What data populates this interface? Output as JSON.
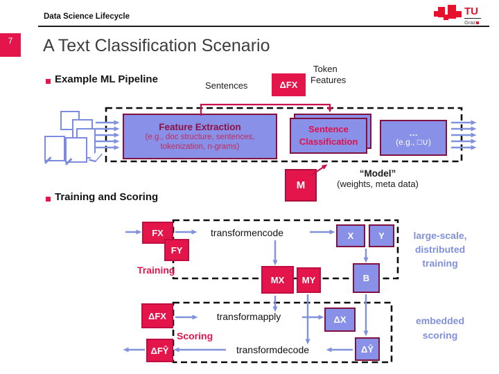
{
  "slide": {
    "page_number": "7",
    "header": "Data Science Lifecycle",
    "title": "A Text Classification Scenario",
    "logo": {
      "tu": "TU",
      "graz": "Graz"
    }
  },
  "colors": {
    "accent_red": "#E4154B",
    "dark_red_border": "#801040",
    "periwinkle_box": "#8890E8",
    "arrow_blue": "#8092DE",
    "connector_red": "#C90D4E"
  },
  "pipeline": {
    "heading": "Example ML Pipeline",
    "sentences_label": "Sentences",
    "delta_fx_label": "ΔFX",
    "token_label_line1": "Token",
    "token_label_line2": "Features",
    "feature_extraction": {
      "title": "Feature Extraction",
      "subtitle_line1": "(e.g., doc structure, sentences,",
      "subtitle_line2": "tokenization, n-grams)"
    },
    "sentence_classification": {
      "line1": "Sentence",
      "line2": "Classification"
    },
    "more_ops": {
      "line1": "…",
      "line2": "(e.g., □∪)"
    },
    "model": {
      "box_label": "M",
      "caption_title": "“Model”",
      "caption_subtitle": "(weights, meta data)"
    }
  },
  "training_scoring": {
    "heading": "Training and Scoring",
    "boxes": {
      "fx": "FX",
      "fy": "FY",
      "x": "X",
      "y": "Y",
      "mx": "MX",
      "my": "MY",
      "b": "B",
      "delta_fx": "ΔFX",
      "delta_x": "ΔX",
      "delta_fy_hat": "ΔFŶ",
      "delta_y_hat": "ΔŶ"
    },
    "ops": {
      "encode": "transformencode",
      "apply": "transformapply",
      "decode": "transformdecode"
    },
    "training_label": "Training",
    "scoring_label": "Scoring",
    "side_notes": {
      "training": [
        "large-scale,",
        "distributed",
        "training"
      ],
      "scoring": [
        "embedded",
        "scoring"
      ]
    }
  }
}
